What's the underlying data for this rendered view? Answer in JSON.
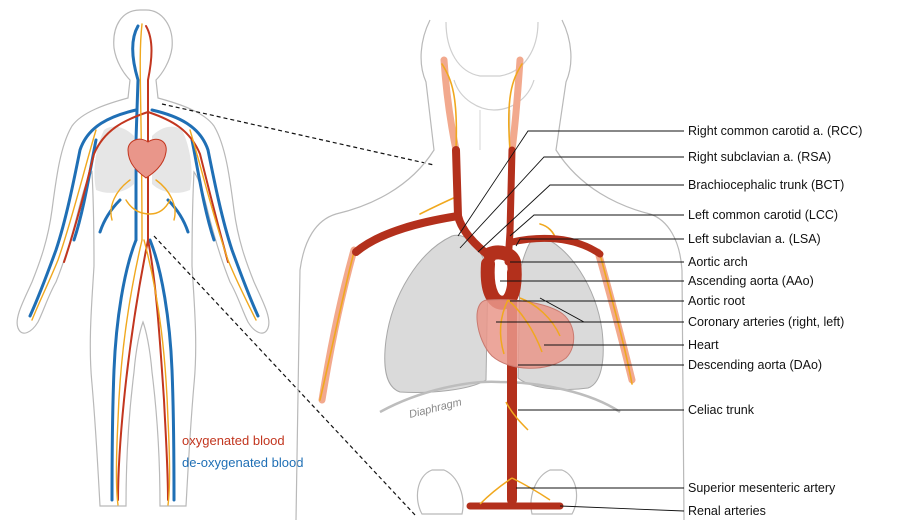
{
  "legend": {
    "oxygenated": "oxygenated blood",
    "deoxygenated": "de-oxygenated blood"
  },
  "colors": {
    "oxygenated": "#c2361f",
    "deoxygenated": "#1f6fb5",
    "artery": "#b3301c",
    "artery_light": "#f2a98e",
    "nerve": "#f0a81e",
    "lung": "#d9d9d9",
    "heart": "#e9968a",
    "outline": "#a8a8a8"
  },
  "diagram": {
    "diaphragm_label": "Diaphragm",
    "labels": [
      "Right common carotid a. (RCC)",
      "Right subclavian a. (RSA)",
      "Brachiocephalic trunk (BCT)",
      "Left common carotid (LCC)",
      "Left subclavian a. (LSA)",
      "Aortic arch",
      "Ascending aorta (AAo)",
      "Aortic root",
      "Coronary arteries (right, left)",
      "Heart",
      "Descending aorta (DAo)",
      "Celiac trunk",
      "Superior mesenteric artery",
      "Renal arteries"
    ]
  }
}
